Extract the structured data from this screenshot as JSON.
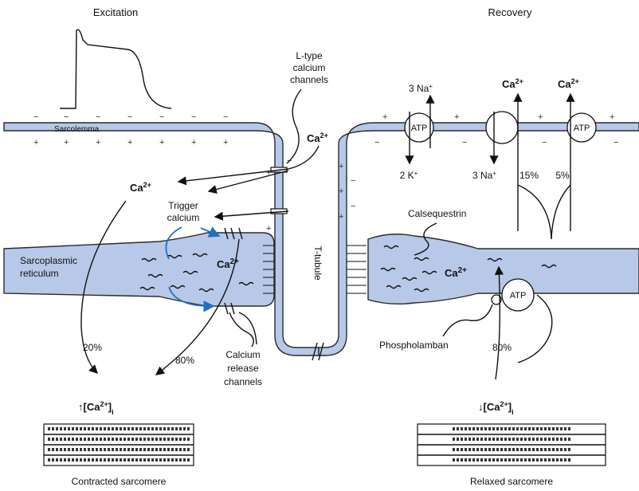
{
  "headers": {
    "left": "Excitation",
    "right": "Recovery"
  },
  "labels": {
    "sarcolemma": "Sarcolemma",
    "l_type_1": "L-type",
    "l_type_2": "calcium",
    "l_type_3": "channels",
    "trigger_1": "Trigger",
    "trigger_2": "calcium",
    "sr_1": "Sarcoplasmic",
    "sr_2": "reticulum",
    "t_tubule": "T-tubule",
    "calsequestrin": "Calsequestrin",
    "phospholamban": "Phospholamban",
    "release_1": "Calcium",
    "release_2": "release",
    "release_3": "channels",
    "contracted": "Contracted sarcomere",
    "relaxed": "Relaxed sarcomere",
    "atp": "ATP"
  },
  "ions": {
    "ca": "Ca",
    "ca_sup": "2+",
    "na": "3 Na",
    "na_sup": "+",
    "k": "2 K",
    "k_sup": "+",
    "conc_pre": "[Ca",
    "conc_post": "]",
    "conc_sub": "i",
    "up_arrow": "↑",
    "down_arrow": "↓"
  },
  "percentages": {
    "left_sr": "20%",
    "left_efflux": "80%",
    "right_serca": "80%",
    "ncx": "15%",
    "pmca": "5%"
  },
  "signs": {
    "minus": "−",
    "plus": "+"
  }
}
